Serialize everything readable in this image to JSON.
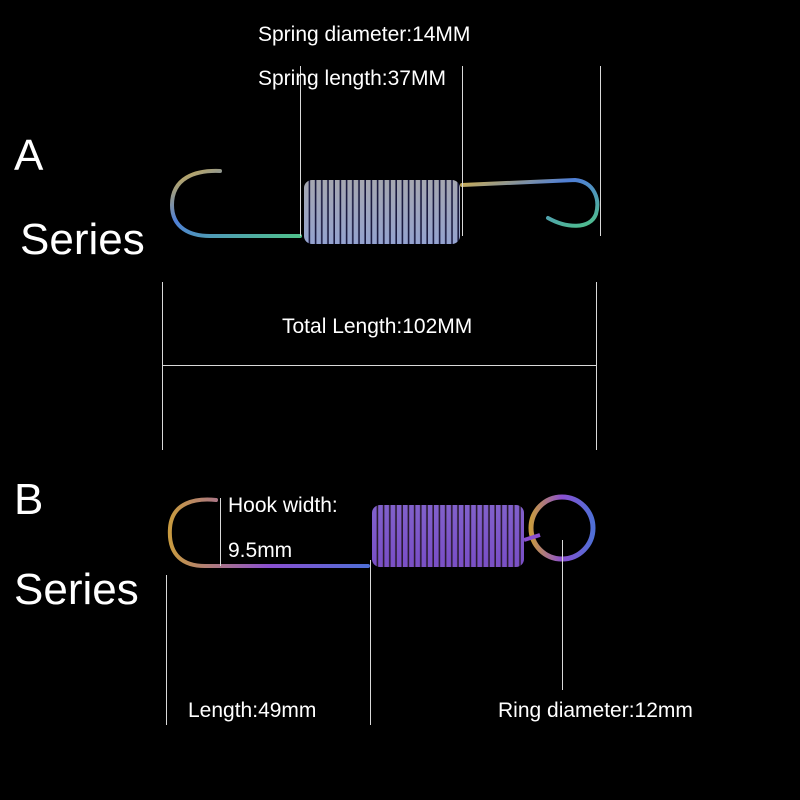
{
  "series_a": {
    "letter": "A",
    "word": "Series",
    "spring_diameter": "Spring diameter:14MM",
    "spring_length": "Spring length:37MM",
    "total_length": "Total Length:102MM"
  },
  "series_b": {
    "letter": "B",
    "word": "Series",
    "hook_width_line1": "Hook width:",
    "hook_width_line2": "9.5mm",
    "length": "Length:49mm",
    "ring_diameter": "Ring diameter:12mm"
  },
  "colors": {
    "background": "#000000",
    "text": "#ffffff",
    "guide_line": "#d9d9d9",
    "metal_gold": "#c9a64a",
    "metal_blue": "#4f6fd6",
    "metal_purple": "#8a4fd0",
    "metal_green": "#4fc08a"
  }
}
